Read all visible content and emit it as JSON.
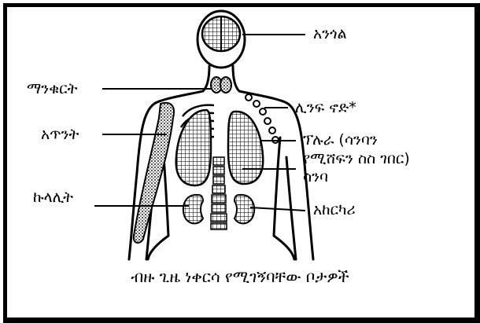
{
  "labels": {
    "brain": "አንጎል",
    "thyroid": "ማንቁርት",
    "lymph_node": "ሊንፍ ኖድ*",
    "bone": "አጥንት",
    "pleura_1": "ፕሉራ (ሳንባን",
    "pleura_2": "የሚሸፍን ስስ ገበር)",
    "lung": "ሳንባ",
    "joint": "ኩላሊት",
    "spine": "አከርካሪ"
  },
  "caption": "ብዙ ጊዜ ነቀርሳ የሚገኝባቸው ቦታዎች",
  "colors": {
    "ink": "#000000",
    "background": "#ffffff",
    "shading": "#9a9a9a"
  }
}
